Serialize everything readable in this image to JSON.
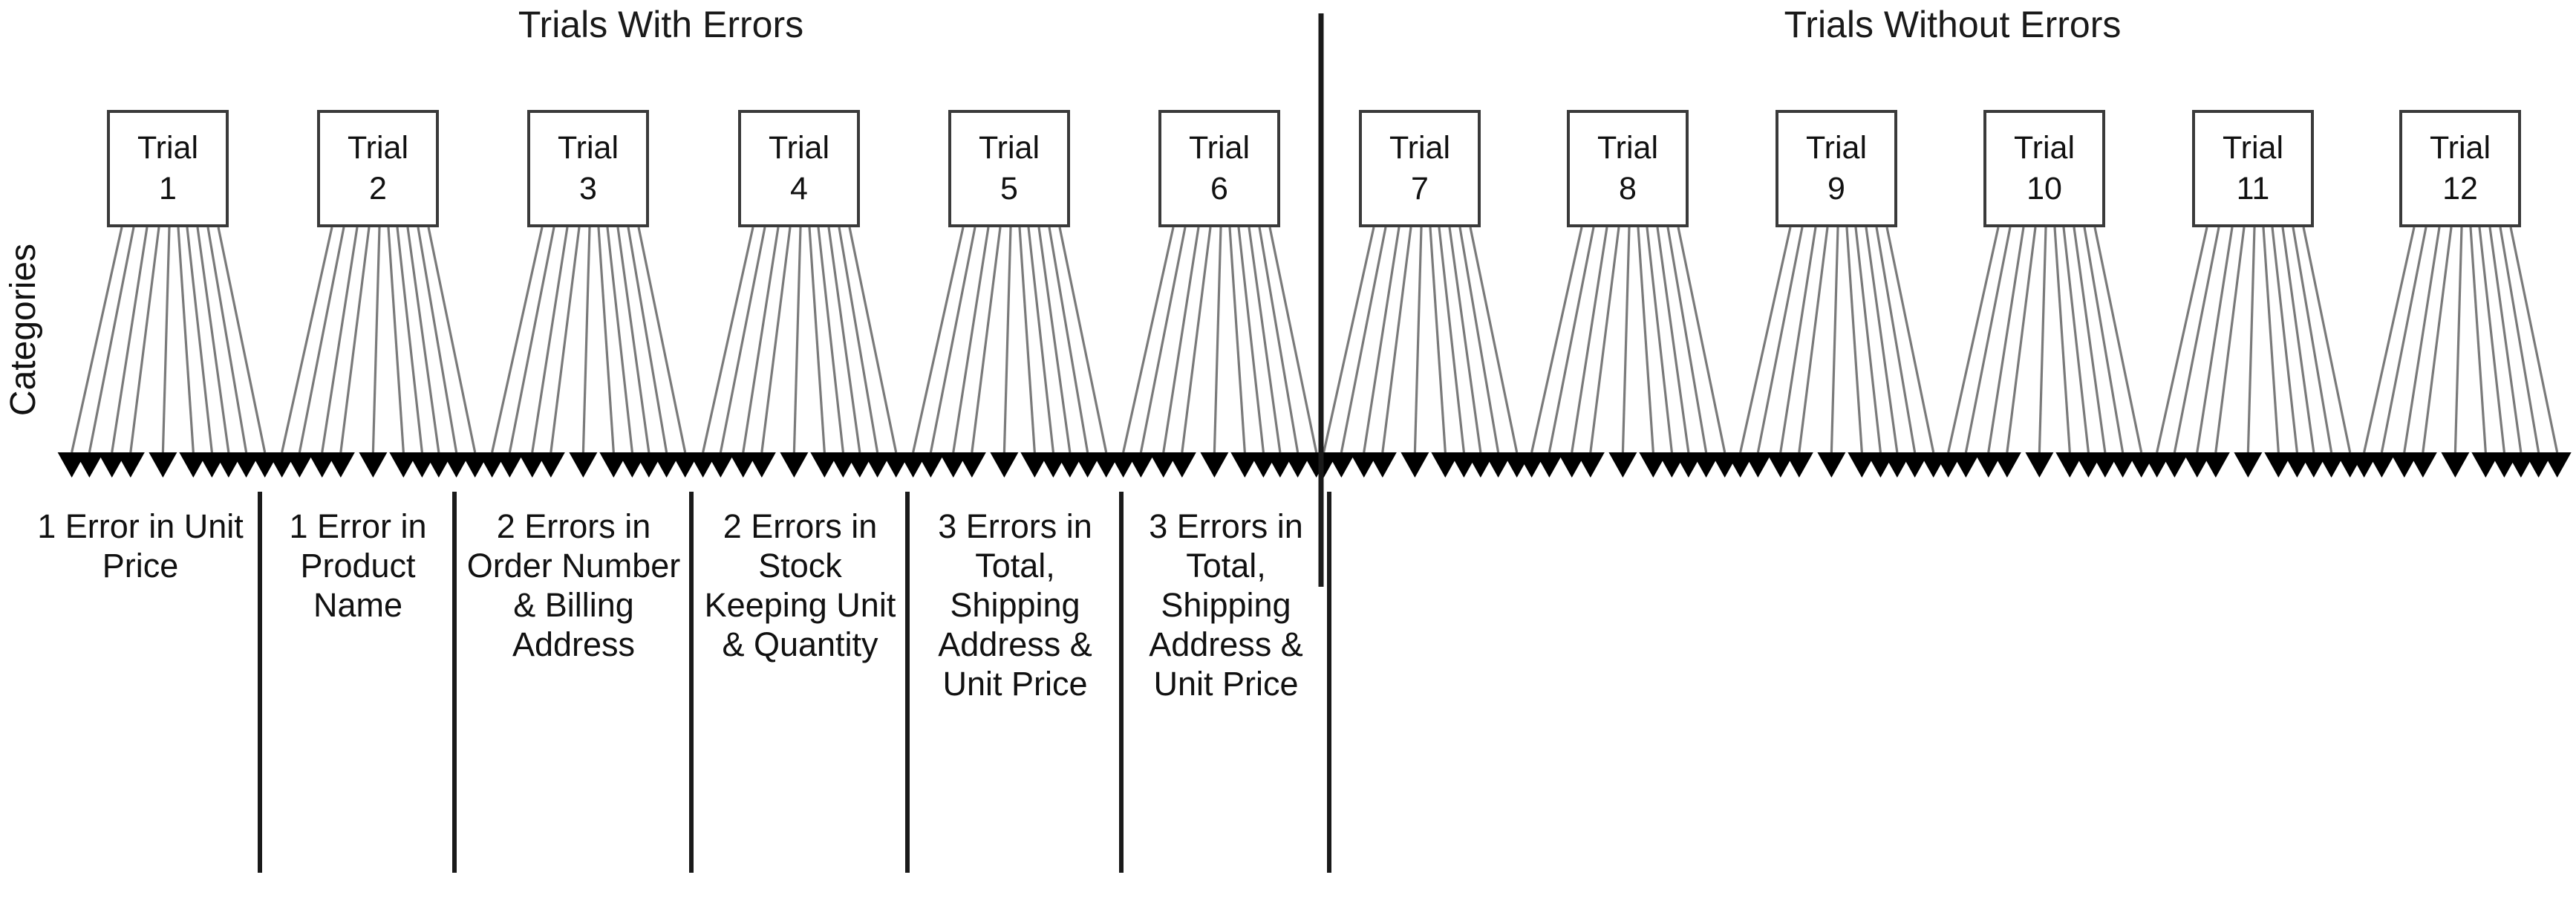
{
  "figure": {
    "axis_label": "Categories",
    "sections": [
      {
        "id": "with-errors",
        "title": "Trials With Errors"
      },
      {
        "id": "without-errors",
        "title": "Trials Without Errors"
      }
    ]
  },
  "trials": [
    {
      "word": "Trial",
      "number": "1",
      "section": "with-errors"
    },
    {
      "word": "Trial",
      "number": "2",
      "section": "with-errors"
    },
    {
      "word": "Trial",
      "number": "3",
      "section": "with-errors"
    },
    {
      "word": "Trial",
      "number": "4",
      "section": "with-errors"
    },
    {
      "word": "Trial",
      "number": "5",
      "section": "with-errors"
    },
    {
      "word": "Trial",
      "number": "6",
      "section": "with-errors"
    },
    {
      "word": "Trial",
      "number": "7",
      "section": "without-errors"
    },
    {
      "word": "Trial",
      "number": "8",
      "section": "without-errors"
    },
    {
      "word": "Trial",
      "number": "9",
      "section": "without-errors"
    },
    {
      "word": "Trial",
      "number": "10",
      "section": "without-errors"
    },
    {
      "word": "Trial",
      "number": "11",
      "section": "without-errors"
    },
    {
      "word": "Trial",
      "number": "12",
      "section": "without-errors"
    }
  ],
  "category_labels": [
    {
      "trial": "1",
      "text": "1 Error in Unit Price"
    },
    {
      "trial": "2",
      "text": "1 Error in Product Name"
    },
    {
      "trial": "3",
      "text": "2 Errors in Order Number & Billing Address"
    },
    {
      "trial": "4",
      "text": "2 Errors in Stock Keeping Unit & Quantity"
    },
    {
      "trial": "5",
      "text": "3 Errors in Total, Shipping Address & Unit Price"
    },
    {
      "trial": "6",
      "text": "3 Errors in Total, Shipping Address & Unit Price"
    }
  ],
  "chart_data": {
    "type": "diagram",
    "title": "Trial error categories",
    "subtitle": "",
    "xlabel": "",
    "ylabel": "Categories",
    "legend": [],
    "groups": [
      {
        "name": "Trials With Errors",
        "trials": [
          "Trial 1",
          "Trial 2",
          "Trial 3",
          "Trial 4",
          "Trial 5",
          "Trial 6"
        ]
      },
      {
        "name": "Trials Without Errors",
        "trials": [
          "Trial 7",
          "Trial 8",
          "Trial 9",
          "Trial 10",
          "Trial 11",
          "Trial 12"
        ]
      }
    ],
    "error_counts": [
      1,
      1,
      2,
      2,
      3,
      3,
      0,
      0,
      0,
      0,
      0,
      0
    ],
    "error_fields": [
      [
        "Unit Price"
      ],
      [
        "Product Name"
      ],
      [
        "Order Number",
        "Billing Address"
      ],
      [
        "Stock Keeping Unit",
        "Quantity"
      ],
      [
        "Total",
        "Shipping Address",
        "Unit Price"
      ],
      [
        "Total",
        "Shipping Address",
        "Unit Price"
      ],
      [],
      [],
      [],
      [],
      [],
      []
    ],
    "arrows_per_trial": 10,
    "total_trials": 12
  },
  "colors": {
    "line": "#7a7a7a",
    "box_border": "#3a3a3a",
    "arrowhead": "#000000",
    "divider": "#1a1a1a",
    "text": "#111111",
    "background": "#ffffff"
  }
}
